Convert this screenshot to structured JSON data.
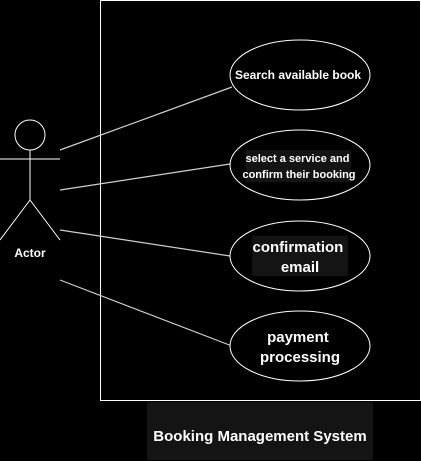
{
  "actor": {
    "label": "Actor"
  },
  "system": {
    "label": "Booking Management System"
  },
  "use_cases": [
    {
      "lines": [
        "Search available book"
      ]
    },
    {
      "lines": [
        "select a service and",
        "confirm their booking"
      ]
    },
    {
      "lines": [
        "confirmation",
        "email"
      ]
    },
    {
      "lines": [
        "payment",
        "processing"
      ]
    }
  ],
  "colors": {
    "background": "#000000",
    "stroke": "#ffffff",
    "connector": "#cccccc",
    "usecase_fill": "#000000",
    "label_bg": "#141414"
  }
}
